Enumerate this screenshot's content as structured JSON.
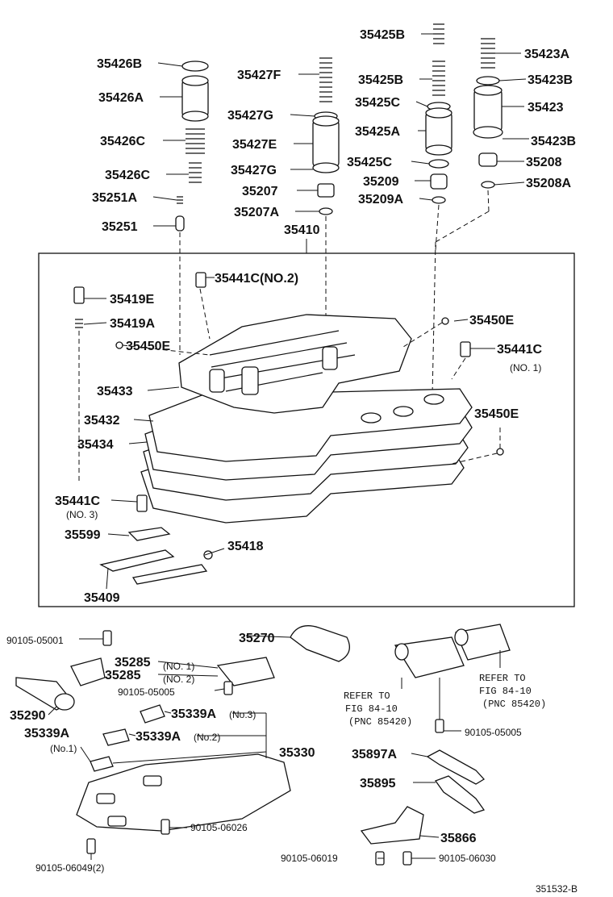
{
  "diagram_id": "351532-B",
  "labels": {
    "p35425B_top": "35425B",
    "p35426B": "35426B",
    "p35423A": "35423A",
    "p35427F": "35427F",
    "p35425B": "35425B",
    "p35423B_top": "35423B",
    "p35426A": "35426A",
    "p35425C_top": "35425C",
    "p35423": "35423",
    "p35427G_top": "35427G",
    "p35425A": "35425A",
    "p35426C_top": "35426C",
    "p35427E": "35427E",
    "p35423B_bot": "35423B",
    "p35425C_bot": "35425C",
    "p35208": "35208",
    "p35426C_bot": "35426C",
    "p35427G_bot": "35427G",
    "p35209": "35209",
    "p35208A": "35208A",
    "p35251A": "35251A",
    "p35207": "35207",
    "p35209A": "35209A",
    "p35207A": "35207A",
    "p35251": "35251",
    "p35410": "35410",
    "p35441C_no2": "35441C(NO.2)",
    "p35419E": "35419E",
    "p35450E_r1": "35450E",
    "p35419A": "35419A",
    "p35441C_r": "35441C",
    "p35450E_l": "35450E",
    "no1_r": "(NO. 1)",
    "p35433": "35433",
    "p35450E_r2": "35450E",
    "p35432": "35432",
    "p35434": "35434",
    "p35441C_l": "35441C",
    "no3": "(NO. 3)",
    "p35599": "35599",
    "p35418": "35418",
    "p35409": "35409",
    "bolt_90105_05001": "90105-05001",
    "p35270": "35270",
    "p35285_a": "35285",
    "no1_285": "(NO. 1)",
    "p35285_b": "35285",
    "no2_285": "(NO. 2)",
    "bolt_90105_05005_a": "90105-05005",
    "p35290": "35290",
    "p35339A_c": "35339A",
    "no3_339": "(No.3)",
    "p35339A_l": "35339A",
    "p35339A_m": "35339A",
    "no2_339": "(No.2)",
    "no1_339": "(No.1)",
    "p35330": "35330",
    "refer1_a": "REFER TO",
    "refer1_b": "FIG 84-10",
    "refer1_c": "(PNC 85420)",
    "refer2_a": "REFER TO",
    "refer2_b": "FIG 84-10",
    "refer2_c": "(PNC 85420)",
    "bolt_90105_05005_b": "90105-05005",
    "p35897A": "35897A",
    "p35895": "35895",
    "p35866": "35866",
    "bolt_90105_06026": "90105-06026",
    "bolt_90105_06049": "90105-06049(2)",
    "bolt_90105_06019": "90105-06019",
    "bolt_90105_06030": "90105-06030"
  }
}
